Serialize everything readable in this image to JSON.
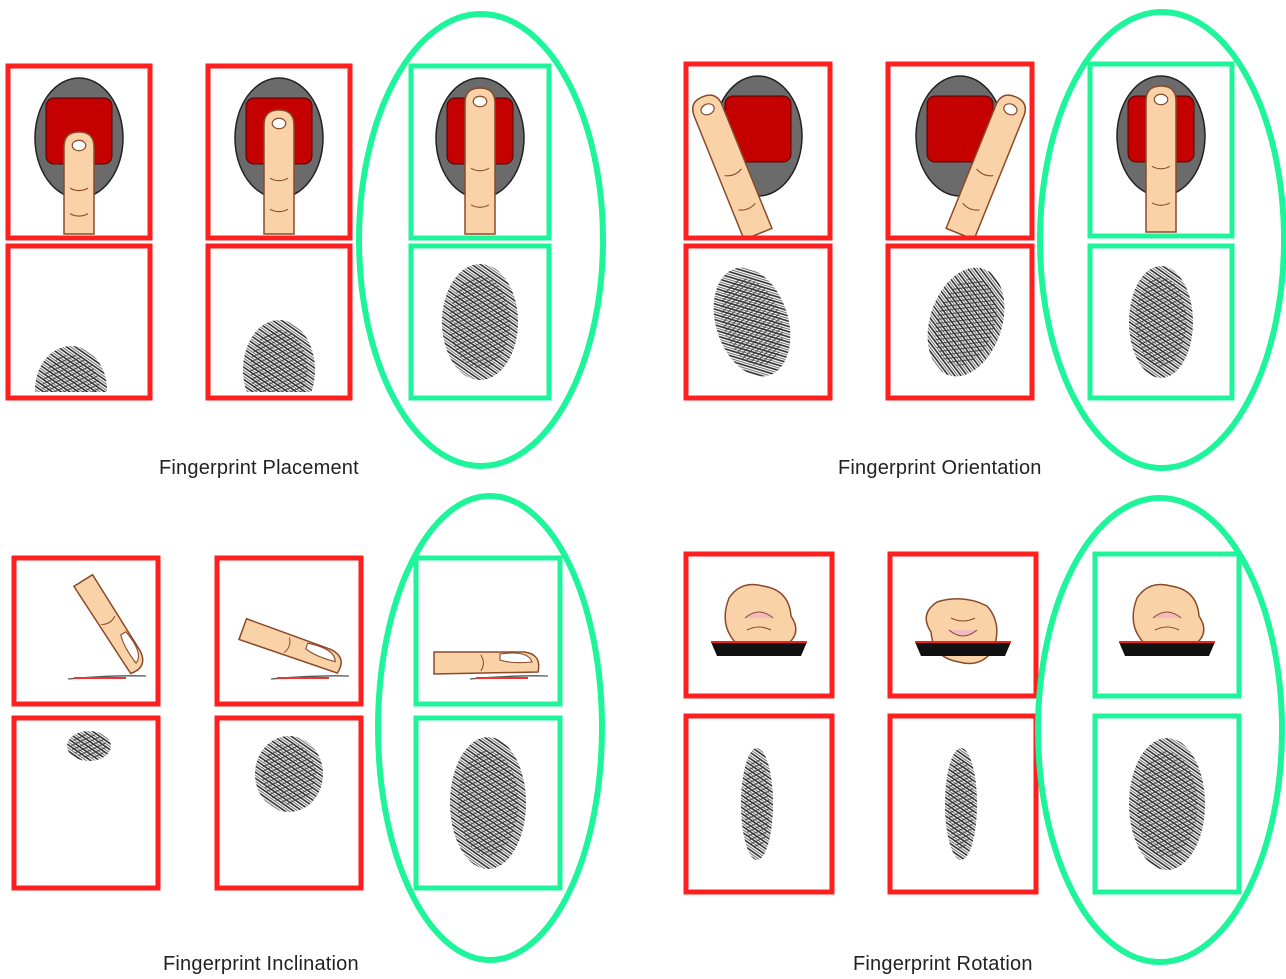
{
  "colors": {
    "incorrect": "#ff1f1f",
    "correct": "#1ef59a",
    "sensor_body": "#6b6b6b",
    "sensor_pad": "#c40000",
    "skin": "#f9d2a8",
    "skin_line": "#8a4a2a",
    "print": "#2a2a2a",
    "platen": "#111111"
  },
  "panels": [
    {
      "id": "placement",
      "caption": "Fingerprint Placement",
      "scenario": "placement",
      "cells": [
        {
          "status": "incorrect",
          "capture": "low-partial"
        },
        {
          "status": "incorrect",
          "capture": "mid-partial"
        },
        {
          "status": "correct",
          "capture": "full"
        }
      ]
    },
    {
      "id": "orientation",
      "caption": "Fingerprint Orientation",
      "scenario": "orientation",
      "cells": [
        {
          "status": "incorrect",
          "capture": "tilted-left"
        },
        {
          "status": "incorrect",
          "capture": "tilted-right"
        },
        {
          "status": "correct",
          "capture": "upright"
        }
      ]
    },
    {
      "id": "inclination",
      "caption": "Fingerprint Inclination",
      "scenario": "inclination",
      "cells": [
        {
          "status": "incorrect",
          "capture": "tip-only"
        },
        {
          "status": "incorrect",
          "capture": "partial-round"
        },
        {
          "status": "correct",
          "capture": "full"
        }
      ]
    },
    {
      "id": "rotation",
      "caption": "Fingerprint Rotation",
      "scenario": "rotation",
      "cells": [
        {
          "status": "incorrect",
          "capture": "narrow-side"
        },
        {
          "status": "incorrect",
          "capture": "narrow-side"
        },
        {
          "status": "correct",
          "capture": "full"
        }
      ]
    }
  ]
}
